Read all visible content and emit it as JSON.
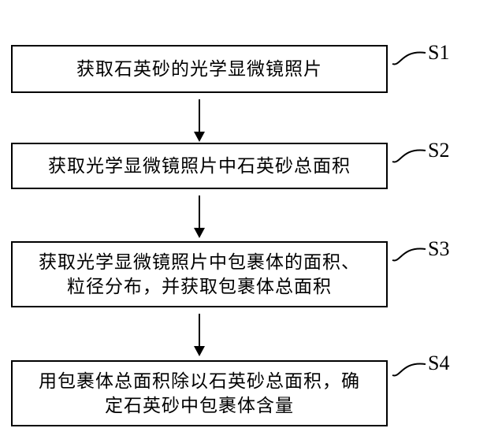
{
  "figure": {
    "background_color": "#ffffff",
    "line_color": "#000000",
    "type": "flowchart"
  },
  "steps": [
    {
      "label": "S1",
      "text": "获取石英砂的光学显微镜照片"
    },
    {
      "label": "S2",
      "text": "获取光学显微镜照片中石英砂总面积"
    },
    {
      "label": "S3",
      "text": "获取光学显微镜照片中包裹体的面积、\n粒径分布，并获取包裹体总面积"
    },
    {
      "label": "S4",
      "text": "用包裹体总面积除以石英砂总面积，确\n定石英砂中包裹体含量"
    }
  ]
}
